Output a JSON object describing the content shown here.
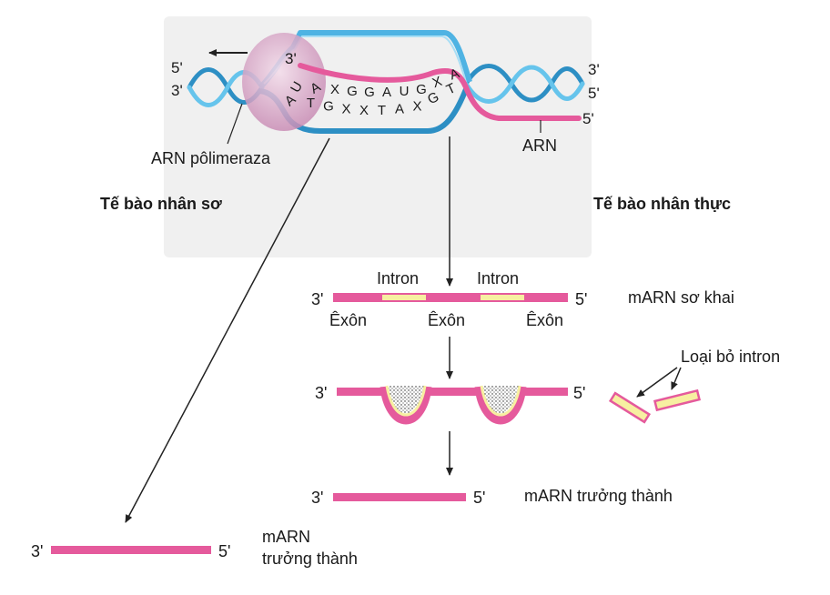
{
  "colors": {
    "dna": "#4fb3e3",
    "dna_dark": "#2d8fc4",
    "rna": "#e55a9c",
    "intron": "#f7efa1",
    "polymerase": "#d9a6c7",
    "shade": "#efefef",
    "line": "#222222"
  },
  "top": {
    "prime_5_left": "5'",
    "prime_3_left": "3'",
    "prime_3_right": "3'",
    "prime_5_right": "5'",
    "prime_3_rna": "3'",
    "prime_5_rna": "5'",
    "rna_bases": [
      "U",
      "A",
      "X",
      "G",
      "G",
      "A",
      "U",
      "G",
      "X",
      "A"
    ],
    "dna_bases": [
      "A",
      "T",
      "G",
      "X",
      "X",
      "T",
      "A",
      "X",
      "G",
      "T"
    ],
    "polymerase_label": "ARN pôlimeraza",
    "rna_label": "ARN"
  },
  "prokaryote": {
    "title": "Tế bào nhân sơ",
    "prime_3": "3'",
    "prime_5": "5'",
    "label_line1": "mARN",
    "label_line2": "trưởng thành"
  },
  "eukaryote": {
    "title": "Tế bào nhân thực",
    "pre_mrna": {
      "prime_3": "3'",
      "prime_5": "5'",
      "label": "mARN sơ khai",
      "intron_labels": [
        "Intron",
        "Intron"
      ],
      "exon_labels": [
        "Êxôn",
        "Êxôn",
        "Êxôn"
      ]
    },
    "splicing": {
      "prime_3": "3'",
      "prime_5": "5'",
      "removed_label": "Loại bỏ intron"
    },
    "mature": {
      "prime_3": "3'",
      "prime_5": "5'",
      "label": "mARN trưởng thành"
    }
  }
}
